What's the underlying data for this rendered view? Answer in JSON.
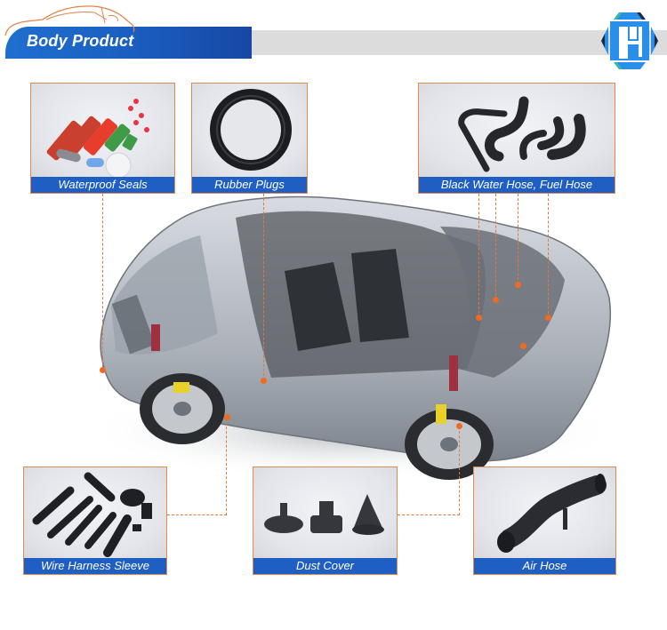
{
  "header": {
    "title": "Body Product",
    "accent_color": "#1f5fc4",
    "logo_icon": "company-logo-icon"
  },
  "products": [
    {
      "id": "waterproof-seals",
      "label": "Waterproof Seals"
    },
    {
      "id": "rubber-plugs",
      "label": "Rubber Plugs"
    },
    {
      "id": "water-fuel-hose",
      "label": "Black Water Hose, Fuel Hose"
    },
    {
      "id": "wire-harness-sleeve",
      "label": "Wire Harness Sleeve"
    },
    {
      "id": "dust-cover",
      "label": "Dust Cover"
    },
    {
      "id": "air-hose",
      "label": "Air Hose"
    }
  ],
  "diagram": {
    "image": "car-cutaway-illustration",
    "connector_color": "#e07a3a",
    "label_bar_color": "#1f5fc4",
    "box_border_color": "#e08a50"
  }
}
